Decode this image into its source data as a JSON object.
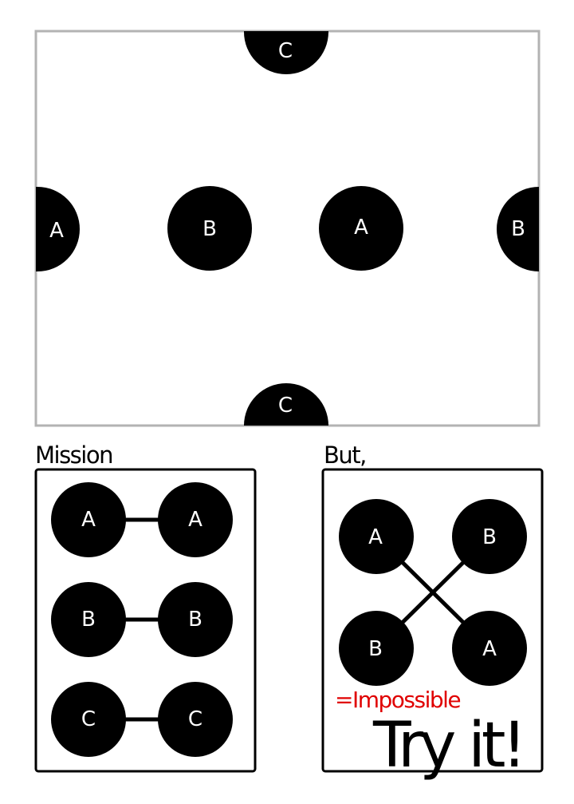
{
  "board": {
    "nodes": [
      {
        "label": "C"
      },
      {
        "label": "A"
      },
      {
        "label": "B"
      },
      {
        "label": "A"
      },
      {
        "label": "B"
      },
      {
        "label": "C"
      }
    ]
  },
  "mission": {
    "title": "Mission",
    "pairs": [
      {
        "left": "A",
        "right": "A"
      },
      {
        "left": "B",
        "right": "B"
      },
      {
        "left": "C",
        "right": "C"
      }
    ]
  },
  "but": {
    "title": "But,",
    "nodes": [
      {
        "label": "A"
      },
      {
        "label": "B"
      },
      {
        "label": "B"
      },
      {
        "label": "A"
      }
    ],
    "result": "=Impossible",
    "result_color": "#e00000",
    "call_to_action": "Try it!"
  },
  "colors": {
    "board_border": "#b3b3b3",
    "node_fill": "#000000",
    "node_text": "#ffffff"
  }
}
